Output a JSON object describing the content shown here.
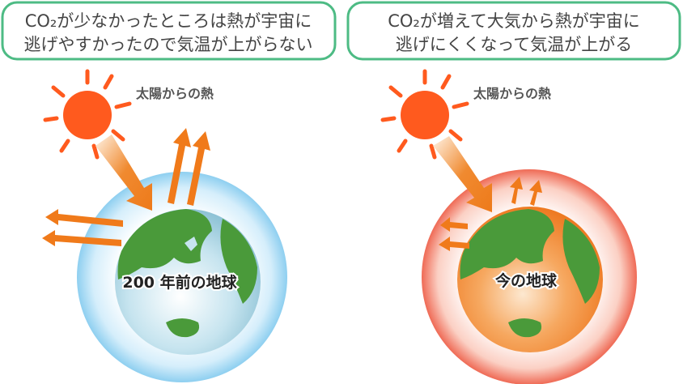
{
  "colors": {
    "box_border": "#4dbb84",
    "sun": "#ff5a1e",
    "arrow": "#f07a1a",
    "land": "#4a9a3a",
    "halo_past": "#8ecff0",
    "halo_now": "#f0705a",
    "ocean_now": "#f08a30"
  },
  "past": {
    "caption_line1": "CO₂が少なかったところは熱が宇宙に",
    "caption_line2": "逃げやすかったので気温が上がらない",
    "sun_label": "太陽からの熱",
    "earth_label": "200 年前の地球"
  },
  "now": {
    "caption_line1": "CO₂が増えて大気から熱が宇宙に",
    "caption_line2": "逃げにくくなって気温が上がる",
    "sun_label": "太陽からの熱",
    "earth_label": "今の地球"
  }
}
